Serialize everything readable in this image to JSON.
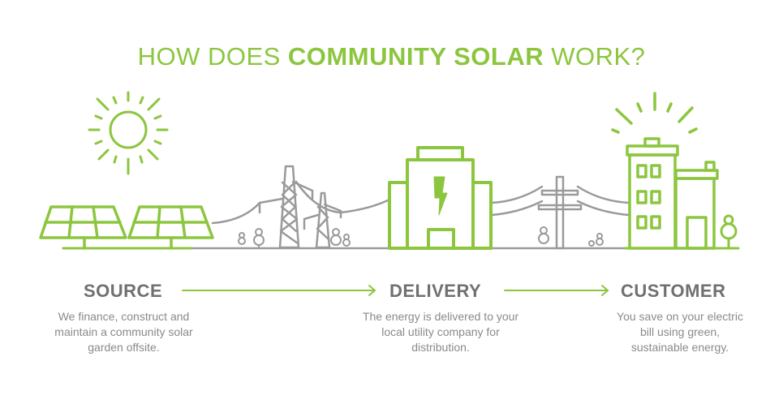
{
  "title": {
    "prefix": "HOW DOES ",
    "bold": "COMMUNITY SOLAR",
    "suffix": " WORK?"
  },
  "steps": [
    {
      "label": "SOURCE",
      "description_lines": [
        "We finance, construct and",
        "maintain a community solar",
        "garden offsite."
      ]
    },
    {
      "label": "DELIVERY",
      "description_lines": [
        "The energy is delivered to your",
        "local utility company for",
        "distribution."
      ]
    },
    {
      "label": "CUSTOMER",
      "description_lines": [
        "You save on your electric",
        "bill using green,",
        "sustainable energy."
      ]
    }
  ],
  "colors": {
    "accent": "#8cc63f",
    "gray": "#9a9a9a",
    "heading": "#707070",
    "text": "#8a8a8a"
  }
}
